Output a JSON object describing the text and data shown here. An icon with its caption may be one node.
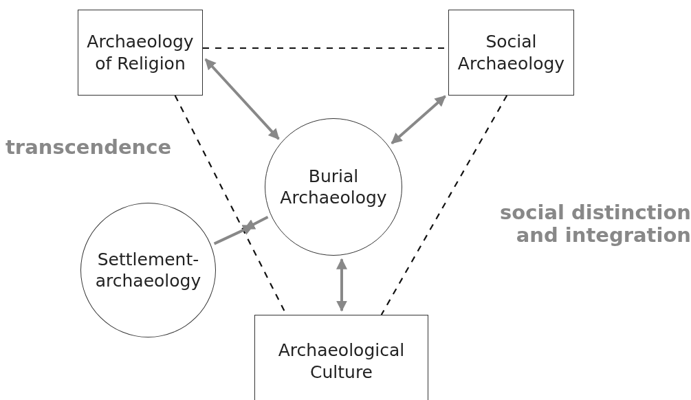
{
  "diagram": {
    "nodes": [
      {
        "text": [
          "Archaeology of Religion"
        ]
      },
      {
        "text": [
          "Social Archaeology"
        ]
      },
      {
        "text": [
          "Burial Archaeology"
        ]
      },
      {
        "text": [
          "Settlement-archaeology"
        ]
      },
      {
        "text": [
          "Archaeological Culture"
        ]
      }
    ],
    "edges": [
      {
        "from": 0,
        "to": 1,
        "arrow": "none",
        "style": "dashed",
        "color": "#111111"
      },
      {
        "from": 0,
        "to": 4,
        "arrow": "none",
        "style": "dashed",
        "color": "#111111"
      },
      {
        "from": 1,
        "to": 4,
        "arrow": "none",
        "style": "dashed",
        "color": "#111111"
      },
      {
        "from": 0,
        "to": 2,
        "arrow": "both"
      },
      {
        "from": 1,
        "to": 2,
        "arrow": "both"
      },
      {
        "from": 2,
        "to": 4,
        "arrow": "both"
      },
      {
        "from": 3,
        "to": 2,
        "arrow": "to"
      },
      {
        "from": 2,
        "to": null,
        "arrow": "to"
      }
    ],
    "labels": [
      "transcendence",
      "social distinction and integration"
    ]
  }
}
